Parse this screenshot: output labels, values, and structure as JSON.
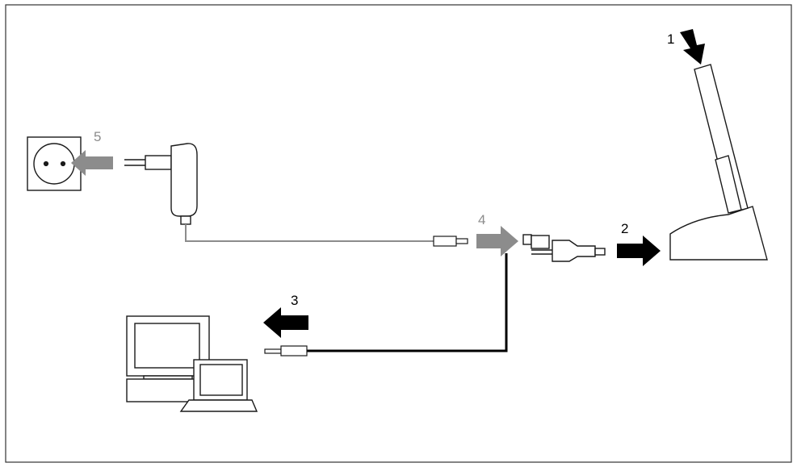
{
  "steps": [
    {
      "number": "1",
      "action": "insert-device-into-cradle",
      "color": "#000000"
    },
    {
      "number": "2",
      "action": "connect-cable-to-cradle",
      "color": "#000000"
    },
    {
      "number": "3",
      "action": "connect-cable-to-computer",
      "color": "#000000"
    },
    {
      "number": "4",
      "action": "connect-power-plug-to-cable",
      "color": "#8c8c8c"
    },
    {
      "number": "5",
      "action": "plug-adapter-into-socket",
      "color": "#8c8c8c"
    }
  ],
  "colors": {
    "black_arrow": "#000000",
    "grey_arrow": "#8c8c8c",
    "power_cable": "#8c8c8c",
    "data_cable": "#000000",
    "outline": "#1a1a1a",
    "background": "#ffffff"
  },
  "icons": [
    "wall-socket-icon",
    "power-adapter-icon",
    "cradle-icon",
    "handheld-device-icon",
    "desktop-computer-icon",
    "laptop-icon",
    "usb-connector-icon"
  ]
}
